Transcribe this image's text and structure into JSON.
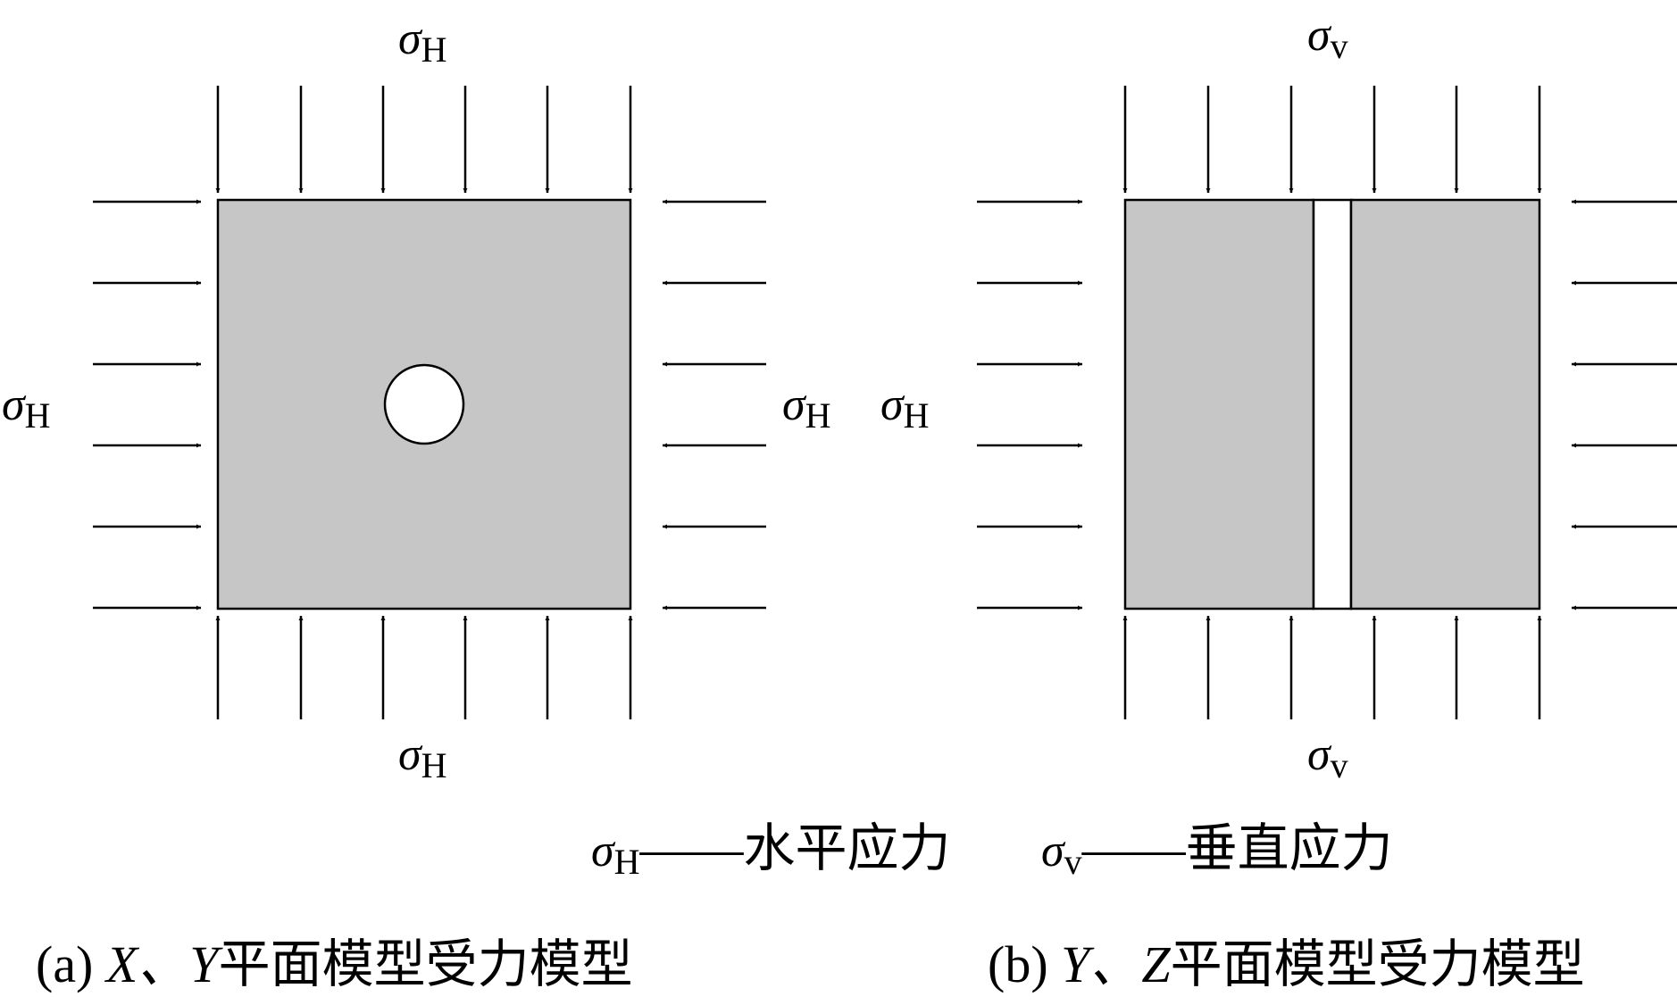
{
  "symbols": {
    "sigma": "σ",
    "sub_H": "H",
    "sub_v": "v"
  },
  "legend": {
    "separator": "——",
    "horizontal": "水平应力",
    "vertical": "垂直应力"
  },
  "captions": {
    "a_prefix": "(a) ",
    "a_axes": "X、Y",
    "a_text": "平面模型受力模型",
    "b_prefix": "(b) ",
    "b_axes": "Y、Z",
    "b_text": "平面模型受力模型"
  },
  "colors": {
    "block_fill": "#c6c6c6",
    "stroke": "#000000",
    "background": "#ffffff"
  }
}
